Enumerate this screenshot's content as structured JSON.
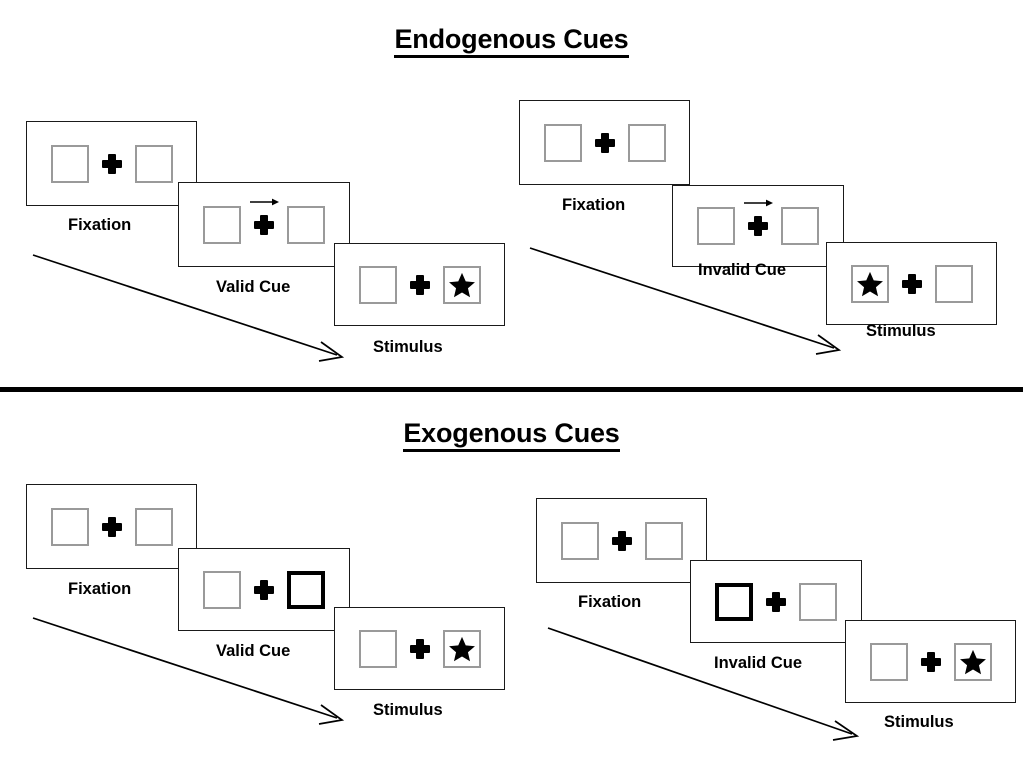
{
  "sections": [
    {
      "id": "endogenous",
      "title": "Endogenous Cues",
      "panels": [
        {
          "id": "endogenous-valid",
          "cards": [
            {
              "stage": "Fixation",
              "cue": "none",
              "cue_side": "none",
              "stimulus_side": "none"
            },
            {
              "stage": "Valid Cue",
              "cue": "arrow",
              "cue_side": "right",
              "stimulus_side": "none"
            },
            {
              "stage": "Stimulus",
              "cue": "none",
              "cue_side": "none",
              "stimulus_side": "right"
            }
          ]
        },
        {
          "id": "endogenous-invalid",
          "cards": [
            {
              "stage": "Fixation",
              "cue": "none",
              "cue_side": "none",
              "stimulus_side": "none"
            },
            {
              "stage": "Invalid Cue",
              "cue": "arrow",
              "cue_side": "right",
              "stimulus_side": "none"
            },
            {
              "stage": "Stimulus",
              "cue": "none",
              "cue_side": "none",
              "stimulus_side": "left"
            }
          ]
        }
      ]
    },
    {
      "id": "exogenous",
      "title": "Exogenous Cues",
      "panels": [
        {
          "id": "exogenous-valid",
          "cards": [
            {
              "stage": "Fixation",
              "cue": "none",
              "cue_side": "none",
              "stimulus_side": "none"
            },
            {
              "stage": "Valid Cue",
              "cue": "box-flash",
              "cue_side": "right",
              "stimulus_side": "none"
            },
            {
              "stage": "Stimulus",
              "cue": "none",
              "cue_side": "none",
              "stimulus_side": "right"
            }
          ]
        },
        {
          "id": "exogenous-invalid",
          "cards": [
            {
              "stage": "Fixation",
              "cue": "none",
              "cue_side": "none",
              "stimulus_side": "none"
            },
            {
              "stage": "Invalid Cue",
              "cue": "box-flash",
              "cue_side": "left",
              "stimulus_side": "none"
            },
            {
              "stage": "Stimulus",
              "cue": "none",
              "cue_side": "none",
              "stimulus_side": "right"
            }
          ]
        }
      ]
    }
  ],
  "icons": {
    "fixation_cross": "plus-cross-icon",
    "arrow_cue": "right-arrow-icon",
    "star": "star-icon",
    "flow_arrow": "diagonal-flow-arrow-icon"
  },
  "colors": {
    "ink": "#000000",
    "card_border": "#1a1a1a",
    "slot_border": "#9a9a9a",
    "background": "#ffffff"
  },
  "labels": {
    "endogenous_valid": [
      "Fixation",
      "Valid Cue",
      "Stimulus"
    ],
    "endogenous_invalid": [
      "Fixation",
      "Invalid Cue",
      "Stimulus"
    ],
    "exogenous_valid": [
      "Fixation",
      "Valid Cue",
      "Stimulus"
    ],
    "exogenous_invalid": [
      "Fixation",
      "Invalid Cue",
      "Stimulus"
    ]
  }
}
